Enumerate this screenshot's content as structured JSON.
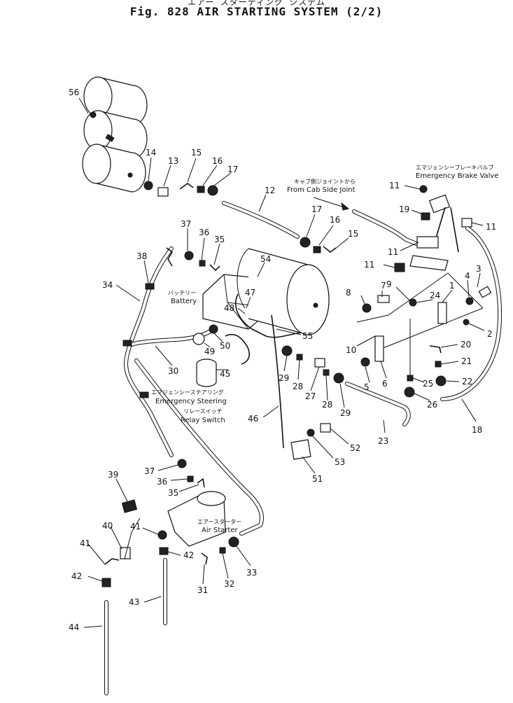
{
  "title": {
    "jp": "エアー スターティング システム",
    "en": "Fig. 828  AIR STARTING SYSTEM (2/2)"
  },
  "labels": {
    "cab_joint_jp": "キャブ側ジョイントから",
    "cab_joint_en": "From Cab Side Joint",
    "brake_valve_jp": "エマジェンシーブレーキバルブ",
    "brake_valve_en": "Emergency Brake Valve",
    "battery_jp": "バッテリー",
    "battery_en": "Battery",
    "steering_jp": "エマジェンシーステアリング",
    "steering_en": "Emergency Steering",
    "relay_jp": "リレースイッチ",
    "relay_en": "Relay Switch",
    "starter_jp": "エアースターター",
    "starter_en": "Air Starter"
  },
  "callouts": {
    "c56": "56",
    "c14": "14",
    "c13": "13",
    "c15a": "15",
    "c16a": "16",
    "c17a": "17",
    "c12": "12",
    "c17b": "17",
    "c16b": "16",
    "c15b": "15",
    "c11a": "11",
    "c19": "19",
    "c11b": "11",
    "c11c": "11",
    "c11d": "11",
    "c37a": "37",
    "c36a": "36",
    "c35a": "35",
    "c38": "38",
    "c34": "34",
    "c54": "54",
    "c47": "47",
    "c48": "48",
    "c55": "55",
    "c49": "49",
    "c50": "50",
    "c30": "30",
    "c45": "45",
    "c3": "3",
    "c4": "4",
    "c1": "1",
    "c9": "9",
    "c24": "24",
    "c7": "7",
    "c8": "8",
    "c2": "2",
    "c10": "10",
    "c20": "20",
    "c21": "21",
    "c25": "25",
    "c22": "22",
    "c5": "5",
    "c6": "6",
    "c26": "26",
    "c18": "18",
    "c23": "23",
    "c29a": "29",
    "c28a": "28",
    "c27": "27",
    "c28b": "28",
    "c29b": "29",
    "c46": "46",
    "c52": "52",
    "c53": "53",
    "c51": "51",
    "c37b": "37",
    "c36b": "36",
    "c35b": "35",
    "c39": "39",
    "c40": "40",
    "c41a": "41",
    "c41b": "41",
    "c42a": "42",
    "c42b": "42",
    "c31": "31",
    "c32": "32",
    "c33": "33",
    "c43": "43",
    "c44": "44"
  }
}
